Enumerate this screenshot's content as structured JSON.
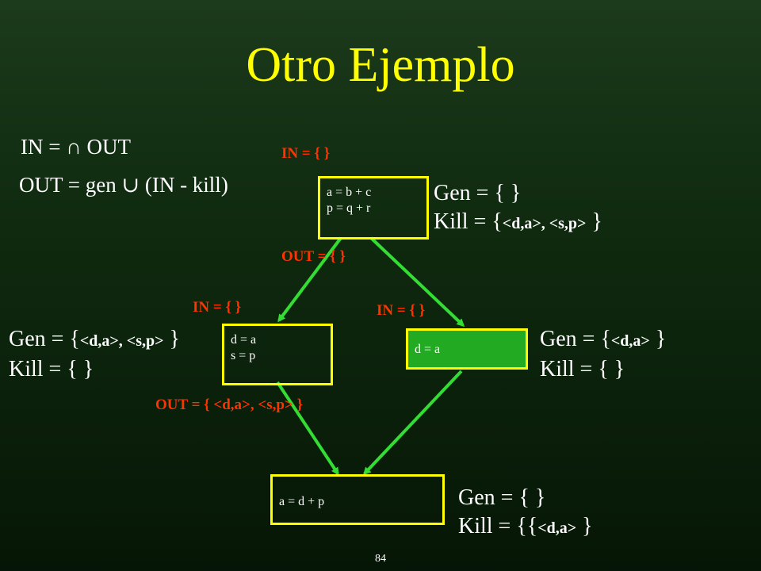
{
  "title": "Otro Ejemplo",
  "equations": {
    "in_eq": "IN = ∩ OUT",
    "out_eq": "OUT = gen ∪ (IN - kill)"
  },
  "blocks": {
    "b1": {
      "lines": [
        "a = b + c",
        "p = q + r"
      ],
      "in_label": "IN = {   }",
      "out_label": "OUT = {   }",
      "gen": "Gen = { }",
      "kill_prefix": "Kill = {",
      "kill_items": "<d,a>, <s,p>",
      "kill_suffix": " }"
    },
    "b2": {
      "lines": [
        "d = a",
        "s = p"
      ],
      "in_label": "IN = {   }",
      "out_label": "OUT = { <d,a>, <s,p> }",
      "gen_prefix": "Gen = {",
      "gen_items": "<d,a>, <s,p>",
      "gen_suffix": " }",
      "kill": "Kill = {   }"
    },
    "b3": {
      "lines": [
        "d = a"
      ],
      "in_label": "IN = {   }",
      "gen_prefix": "Gen = {",
      "gen_items": "<d,a>",
      "gen_suffix": " }",
      "kill": "Kill = {    }"
    },
    "b4": {
      "lines": [
        "a = d + p"
      ],
      "gen": "Gen = {   }",
      "kill_prefix": "Kill = {{",
      "kill_items": "<d,a>",
      "kill_suffix": " }"
    }
  },
  "page_number": "84",
  "colors": {
    "title": "#ffff00",
    "labels": "#ff3300",
    "edges": "#33dd33",
    "box_border": "#ffff00",
    "box_fill_highlight": "#22aa22"
  }
}
